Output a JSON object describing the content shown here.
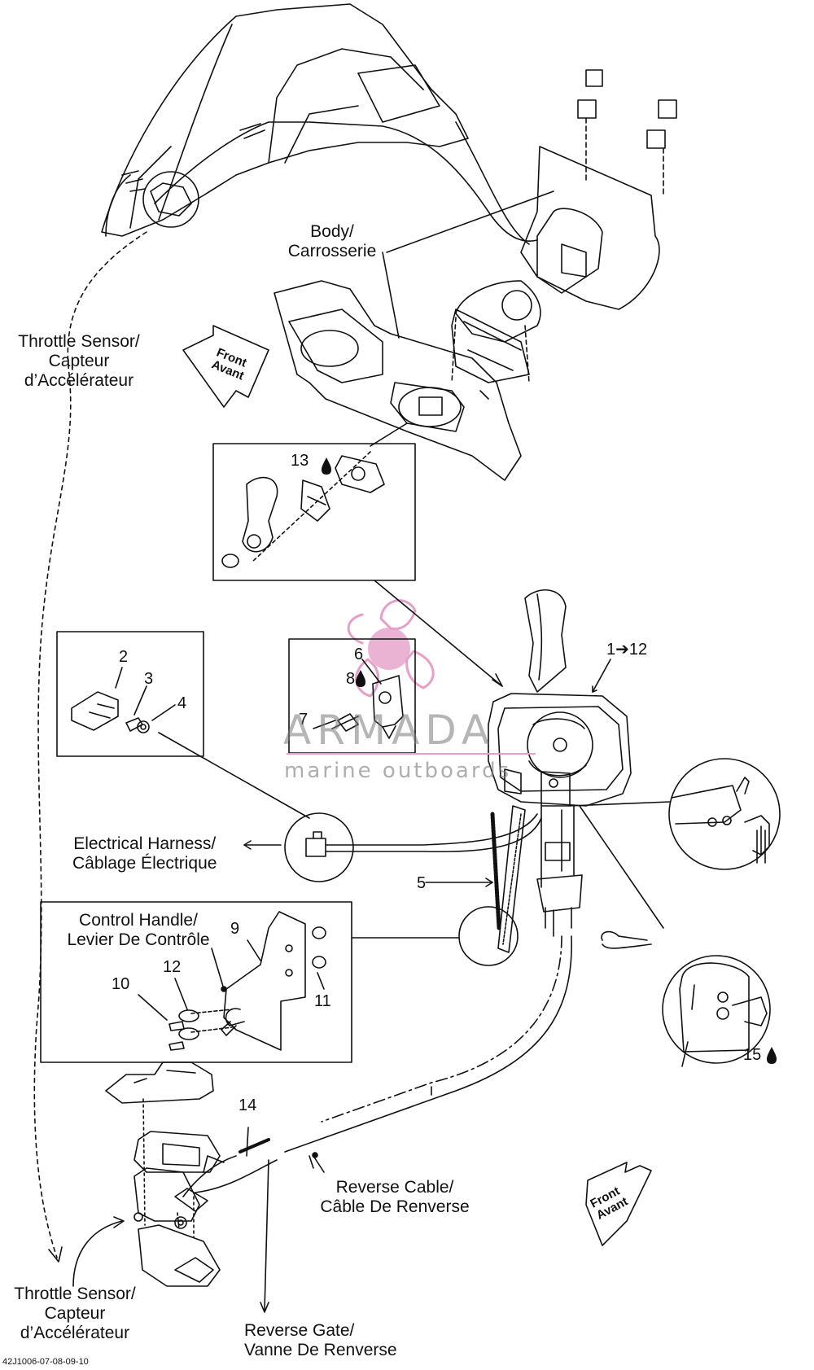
{
  "labels": {
    "body": [
      "Body/",
      "Carrosserie"
    ],
    "throttle_sensor_top": [
      "Throttle Sensor/",
      "Capteur",
      "d’Accélérateur"
    ],
    "front_top": [
      "Front",
      "Avant"
    ],
    "electrical_harness": [
      "Electrical  Harness/",
      "Câblage Électrique"
    ],
    "control_handle": [
      "Control Handle/",
      "Levier De Contrôle"
    ],
    "reverse_cable": [
      "Reverse Cable/",
      "Câble De Renverse"
    ],
    "front_bottom": [
      "Front",
      "Avant"
    ],
    "throttle_sensor_bottom": [
      "Throttle Sensor/",
      "Capteur",
      "d’Accélérateur"
    ],
    "reverse_gate": [
      "Reverse Gate/",
      "Vanne De Renverse"
    ]
  },
  "callouts": {
    "c13": "13",
    "c1_12": "1➔12",
    "c2": "2",
    "c3": "3",
    "c4": "4",
    "c6": "6",
    "c8": "8",
    "c7": "7",
    "c5": "5",
    "c9": "9",
    "c12": "12",
    "c10": "10",
    "c11": "11",
    "c15": "15",
    "c14": "14"
  },
  "watermark": {
    "brand": "ARMADA",
    "tagline": "marine outboards"
  },
  "figure_code": "42J1006-07-08-09-10",
  "colors": {
    "line": "#111111",
    "watermark_pink": "#e6a0c8"
  }
}
